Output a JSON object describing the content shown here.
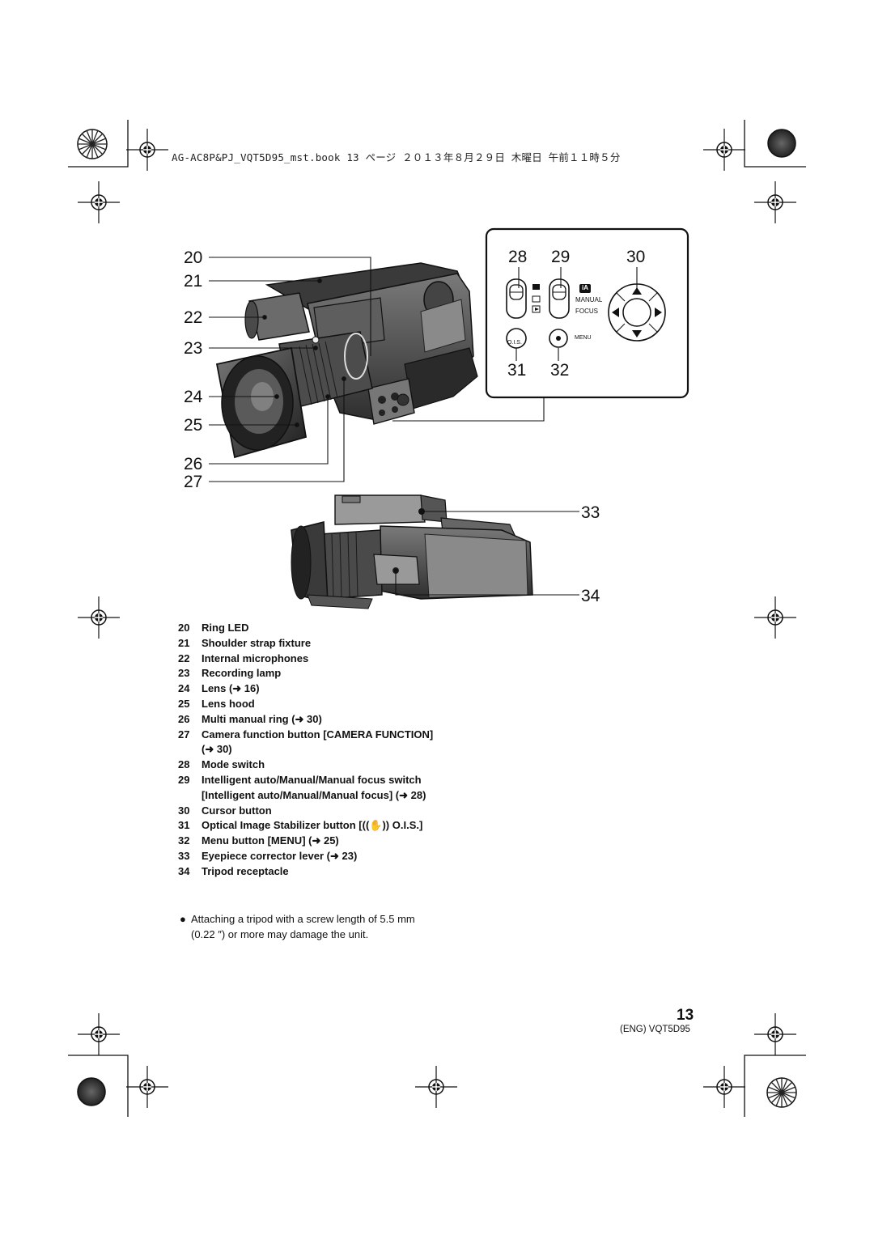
{
  "header": {
    "text": "AG-AC8P&PJ_VQT5D95_mst.book  13 ページ  ２０１３年８月２９日  木曜日  午前１１時５分"
  },
  "callouts": {
    "c20": "20",
    "c21": "21",
    "c22": "22",
    "c23": "23",
    "c24": "24",
    "c25": "25",
    "c26": "26",
    "c27": "27",
    "c28": "28",
    "c29": "29",
    "c30": "30",
    "c31": "31",
    "c32": "32",
    "c33": "33",
    "c34": "34"
  },
  "inset_labels": {
    "manual": "MANUAL",
    "focus": "FOCUS",
    "ois": "O.I.S.",
    "menu": "MENU",
    "ia": "iA"
  },
  "legend": [
    {
      "num": "20",
      "text": "Ring LED"
    },
    {
      "num": "21",
      "text": "Shoulder strap fixture"
    },
    {
      "num": "22",
      "text": "Internal microphones"
    },
    {
      "num": "23",
      "text": "Recording lamp"
    },
    {
      "num": "24",
      "text": "Lens (➜ 16)"
    },
    {
      "num": "25",
      "text": "Lens hood"
    },
    {
      "num": "26",
      "text": "Multi manual ring (➜ 30)"
    },
    {
      "num": "27",
      "text": "Camera function button [CAMERA FUNCTION] (➜ 30)"
    },
    {
      "num": "28",
      "text": "Mode switch"
    },
    {
      "num": "29",
      "text": "Intelligent auto/Manual/Manual focus switch [Intelligent auto/Manual/Manual focus] (➜ 28)"
    },
    {
      "num": "30",
      "text": "Cursor button"
    },
    {
      "num": "31",
      "text": "Optical Image Stabilizer button [((✋)) O.I.S.]"
    },
    {
      "num": "32",
      "text": "Menu button [MENU] (➜ 25)"
    },
    {
      "num": "33",
      "text": "Eyepiece corrector lever (➜ 23)"
    },
    {
      "num": "34",
      "text": "Tripod receptacle"
    }
  ],
  "note": {
    "bullet": "●",
    "text": "Attaching a tripod with a screw length of 5.5 mm (0.22 ″) or more may damage the unit."
  },
  "footer": {
    "page_number": "13",
    "code": "(ENG) VQT5D95"
  }
}
